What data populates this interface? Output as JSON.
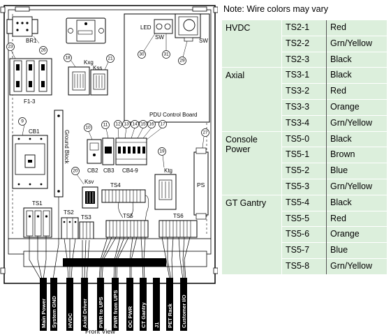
{
  "note": "Note: Wire colors may vary",
  "diagram": {
    "front_view": "Front View",
    "ground_block": "Ground Block",
    "pdu_control_board": "PDU Control Board",
    "components": {
      "br1": "BR1",
      "led": "LED",
      "sw_led": "SW",
      "sw_main": "SW",
      "f1_3": "F1-3",
      "kxg": "Kxg",
      "kss": "Kss",
      "cb1": "CB1",
      "cb2": "CB2",
      "cb3": "CB3",
      "cb4_9": "CB4-9",
      "ktg": "Ktg",
      "ksv": "Ksv",
      "ts4": "TS4",
      "ps": "PS",
      "ts1": "TS1",
      "ts2": "TS2",
      "ts3": "TS3",
      "ts5": "TS5",
      "ts6": "TS6"
    },
    "callouts": [
      "9",
      "10",
      "11",
      "12",
      "13",
      "14",
      "15",
      "16",
      "17",
      "18",
      "19",
      "20",
      "21",
      "23",
      "26",
      "27",
      "29",
      "30",
      "31"
    ],
    "cables": [
      "Main Power",
      "System GND",
      "HVDC",
      "Axial Driver",
      "PWR to UPS",
      "PWR from UPS",
      "OC PWR",
      "CT Gantry",
      "J1",
      "PET Rack",
      "Customer I/O"
    ]
  },
  "wire_table": [
    {
      "group": "HVDC",
      "rows": [
        [
          "TS2-1",
          "Red"
        ],
        [
          "TS2-2",
          "Grn/Yellow"
        ],
        [
          "TS2-3",
          "Black"
        ]
      ]
    },
    {
      "group": "Axial",
      "rows": [
        [
          "TS3-1",
          "Black"
        ],
        [
          "TS3-2",
          "Red"
        ],
        [
          "TS3-3",
          "Orange"
        ],
        [
          "TS3-4",
          "Grn/Yellow"
        ]
      ]
    },
    {
      "group": "Console Power",
      "rows": [
        [
          "TS5-0",
          "Black"
        ],
        [
          "TS5-1",
          "Brown"
        ],
        [
          "TS5-2",
          "Blue"
        ],
        [
          "TS5-3",
          "Grn/Yellow"
        ]
      ]
    },
    {
      "group": "GT Gantry",
      "rows": [
        [
          "TS5-4",
          "Black"
        ],
        [
          "TS5-5",
          "Red"
        ],
        [
          "TS5-6",
          "Orange"
        ],
        [
          "TS5-7",
          "Blue"
        ],
        [
          "TS5-8",
          "Grn/Yellow"
        ]
      ]
    }
  ]
}
